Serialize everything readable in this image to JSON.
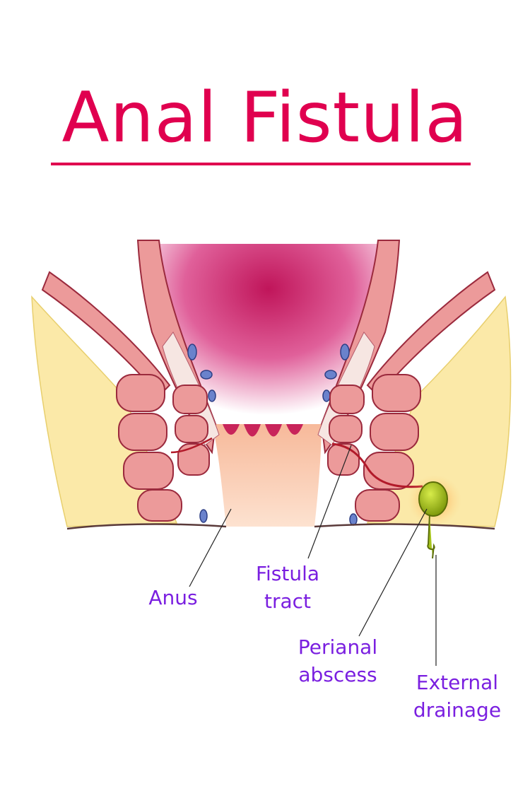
{
  "title": "Anal Fistula",
  "colors": {
    "title": "#e0004f",
    "label": "#7a1fe0",
    "muscle": "#ec9a9a",
    "muscle_outline": "#9b2a3d",
    "mucosa": "#d63a6e",
    "fat": "#fbe9a8",
    "skin": "#f7c9a8",
    "abscess": "#a6c41d",
    "vessel": "#4a62b0"
  },
  "labels": {
    "anus": [
      "Anus"
    ],
    "fistula_tract": [
      "Fistula",
      "tract"
    ],
    "perianal_abscess": [
      "Perianal",
      "abscess"
    ],
    "external_drainage": [
      "External",
      "drainage"
    ]
  }
}
